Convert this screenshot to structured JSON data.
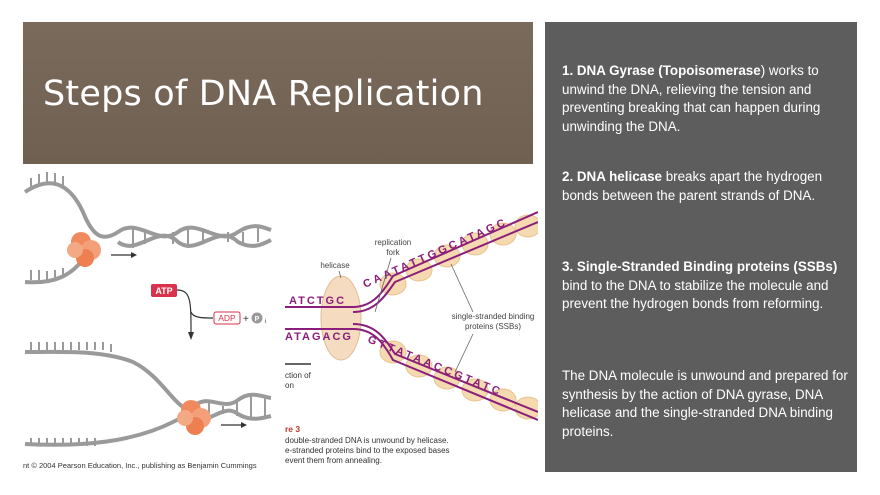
{
  "slide": {
    "title": "Steps of DNA Replication"
  },
  "panel": {
    "step1_bold": "1. DNA Gyrase (Topoisomerase",
    "step1_text": ") works to unwind the DNA, relieving the tension and preventing breaking that can happen during unwinding the DNA.",
    "step2_bold": "2. DNA helicase",
    "step2_text": " breaks apart the hydrogen bonds between the parent strands of DNA.",
    "step3_bold": "3. Single-Stranded Binding proteins (SSBs)",
    "step3_text": " bind to the DNA to stabilize the molecule and prevent the hydrogen bonds from reforming.",
    "summary": "The DNA molecule is unwound and prepared for synthesis by the action of DNA gyrase, DNA helicase and the single-stranded DNA binding proteins."
  },
  "figure": {
    "atp_label": "ATP",
    "adp_label": "ADP",
    "plus": "+",
    "pi_label": "P",
    "pi_sub": "i",
    "helicase_label": "helicase",
    "fork_label_1": "replication",
    "fork_label_2": "fork",
    "ssb_label_1": "single-stranded binding",
    "ssb_label_2": "proteins (SSBs)",
    "top_strand": "ATCTGC",
    "bottom_strand": "ATAGACG",
    "upper_arm": "CAATATTGGCATAGC",
    "lower_arm": "GTTATAACCGTATC",
    "side_caption_1": "ction of",
    "side_caption_2": "on",
    "figure_number": "re 3",
    "caption_1": "double-stranded DNA is unwound by helicase.",
    "caption_2": "e-stranded proteins bind to the exposed bases",
    "caption_3": "event them from annealing.",
    "copyright": "nt © 2004 Pearson Education, Inc., publishing as Benjamin Cummings"
  },
  "colors": {
    "title_bg": "#74655a",
    "panel_bg": "#5d5d5e",
    "strand": "#8a1e7a",
    "ssb": "#f5d9b0",
    "enzyme": "#f08a5d",
    "atp": "#d9324b"
  }
}
